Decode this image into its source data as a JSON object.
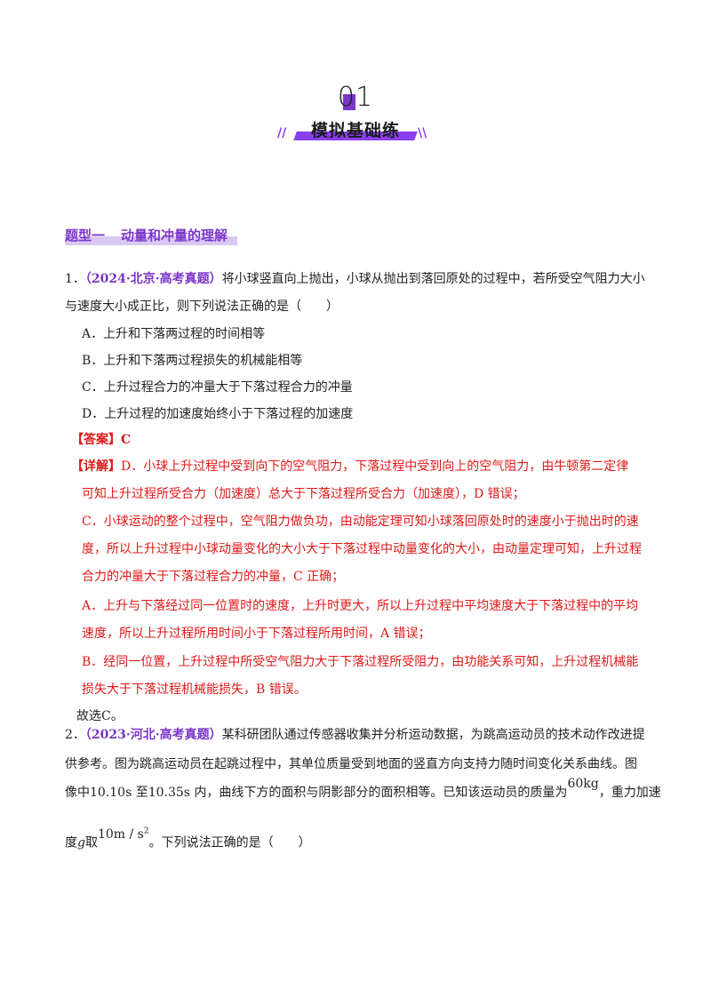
{
  "header": {
    "number": "01",
    "banner": "模拟基础练",
    "slash_left": "//",
    "slash_right": "\\\\",
    "accent_color": "#8a3ff0"
  },
  "section": {
    "label": "题型一",
    "title": "动量和冲量的理解"
  },
  "q1": {
    "num": "1．",
    "source": "（2024·北京·高考真题）",
    "stem_line1": "将小球竖直向上抛出，小球从抛出到落回原处的过程中，若所受空气阻力大小",
    "stem_line2": "与速度大小成正比，则下列说法正确的是（　　）",
    "options": [
      "A．上升和下落两过程的时间相等",
      "B．上升和下落两过程损失的机械能相等",
      "C．上升过程合力的冲量大于下落过程合力的冲量",
      "D．上升过程的加速度始终小于下落过程的加速度"
    ],
    "answer_label": "【答案】",
    "answer": "C",
    "detail_label": "【详解】",
    "detail_lines": [
      "D．小球上升过程中受到向下的空气阻力，下落过程中受到向上的空气阻力，由牛顿第二定律",
      "可知上升过程所受合力（加速度）总大于下落过程所受合力（加速度），D 错误；",
      "C．小球运动的整个过程中，空气阻力做负功，由动能定理可知小球落回原处时的速度小于抛出时的速",
      "度，所以上升过程中小球动量变化的大小大于下落过程中动量变化的大小，由动量定理可知，上升过程",
      "合力的冲量大于下落过程合力的冲量，C 正确；",
      "A．上升与下落经过同一位置时的速度，上升时更大，所以上升过程中平均速度大于下落过程中的平均",
      "速度，所以上升过程所用时间小于下落过程所用时间，A 错误；",
      "B．经同一位置，上升过程中所受空气阻力大于下落过程所受阻力，由功能关系可知，上升过程机械能",
      "损失大于下落过程机械能损失，B 错误。"
    ],
    "conclusion": "故选C。"
  },
  "q2": {
    "num": "2．",
    "source": "（2023·河北·高考真题）",
    "stem_line1": "某科研团队通过传感器收集并分析运动数据，为跳高运动员的技术动作改进提",
    "stem_line2": "供参考。图为跳高运动员在起跳过程中，其单位质量受到地面的竖直方向支持力随时间变化关系曲线。图",
    "stem_line3a": "像中10.10s 至10.35s 内，曲线下方的面积与阴影部分的面积相等。已知该运动员的质量为",
    "mass": "60kg",
    "stem_line3b": "，重力加速",
    "stem_line4a": "度",
    "g_symbol": "g",
    "stem_line4b": "取",
    "g_value": "10m / s",
    "g_exp": "2",
    "stem_line4c": "。下列说法正确的是（　　）"
  }
}
